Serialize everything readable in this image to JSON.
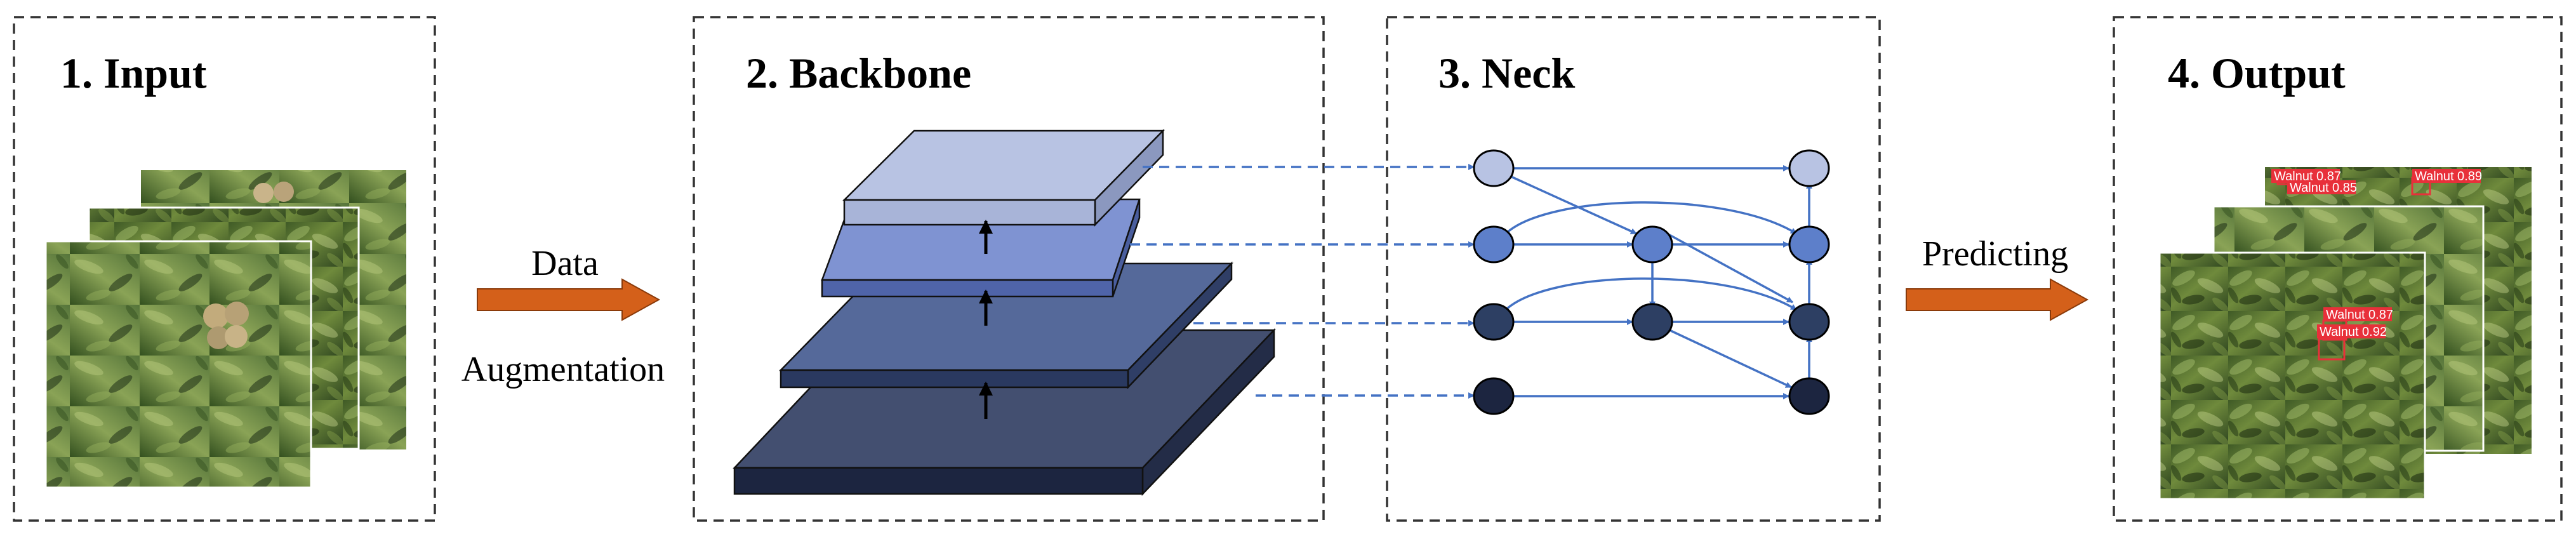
{
  "stages": [
    {
      "title": "1. Input"
    },
    {
      "title": "2. Backbone"
    },
    {
      "title": "3. Neck"
    },
    {
      "title": "4. Output"
    }
  ],
  "arrows": {
    "augment_line1": "Data",
    "augment_line2": "Augmentation",
    "predict": "Predicting"
  },
  "detections": [
    {
      "label": "Walnut 0.87"
    },
    {
      "label": "Walnut 0.85"
    },
    {
      "label": "Walnut 0.89"
    },
    {
      "label": "Walnut 0.87"
    },
    {
      "label": "Walnut 0.92"
    }
  ],
  "colors": {
    "arrow_fill": "#d4601a",
    "flow_blue": "#4472c4",
    "layer1": "#b8c3e3",
    "layer2": "#7f93d2",
    "layer3": "#55699a",
    "layer4": "#434f70",
    "node_light": "#b8c3e3",
    "node_mid": "#5d7fca",
    "node_dark": "#2d3f63",
    "node_darkest": "#1c2540",
    "detection_box": "#e8303a"
  }
}
